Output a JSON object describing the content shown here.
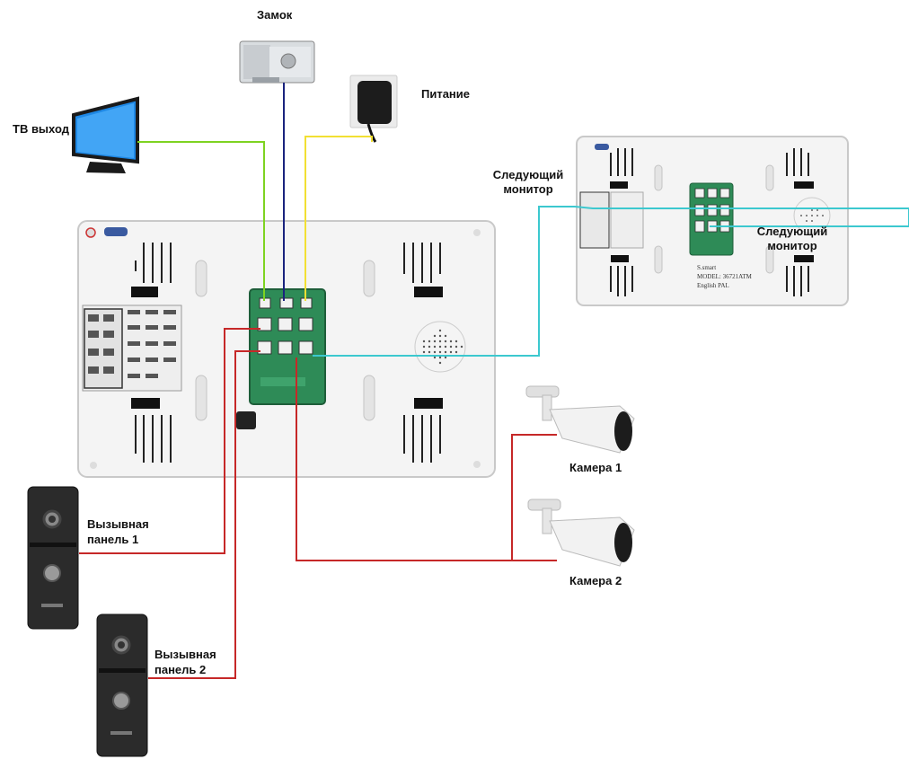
{
  "labels": {
    "lock": "Замок",
    "power": "Питание",
    "tv_out": "ТВ выход",
    "next_monitor_left": [
      "Следующий",
      "монитор"
    ],
    "next_monitor_right": [
      "Следующий",
      "монитор"
    ],
    "camera1": "Камера 1",
    "camera2": "Камера 2",
    "call_panel1": [
      "Вызывная",
      "панель 1"
    ],
    "call_panel2": [
      "Вызывная",
      "панель 2"
    ]
  },
  "small_monitor_sticker": [
    "S.smart",
    "MODEL: 36721ATM",
    "English PAL"
  ],
  "colors": {
    "tv_wire": "#7ed321",
    "lock_wire": "#1a237e",
    "power_wire": "#f2e033",
    "next_monitor_wire": "#3cc8cf",
    "device_wire": "#c62828",
    "connector_board": "#2e8b57",
    "panel_body": "#2b2b2b"
  },
  "icons": [
    "tv-icon",
    "lock-icon",
    "power-adapter-icon",
    "monitor-back-icon",
    "camera-icon",
    "call-panel-icon"
  ]
}
